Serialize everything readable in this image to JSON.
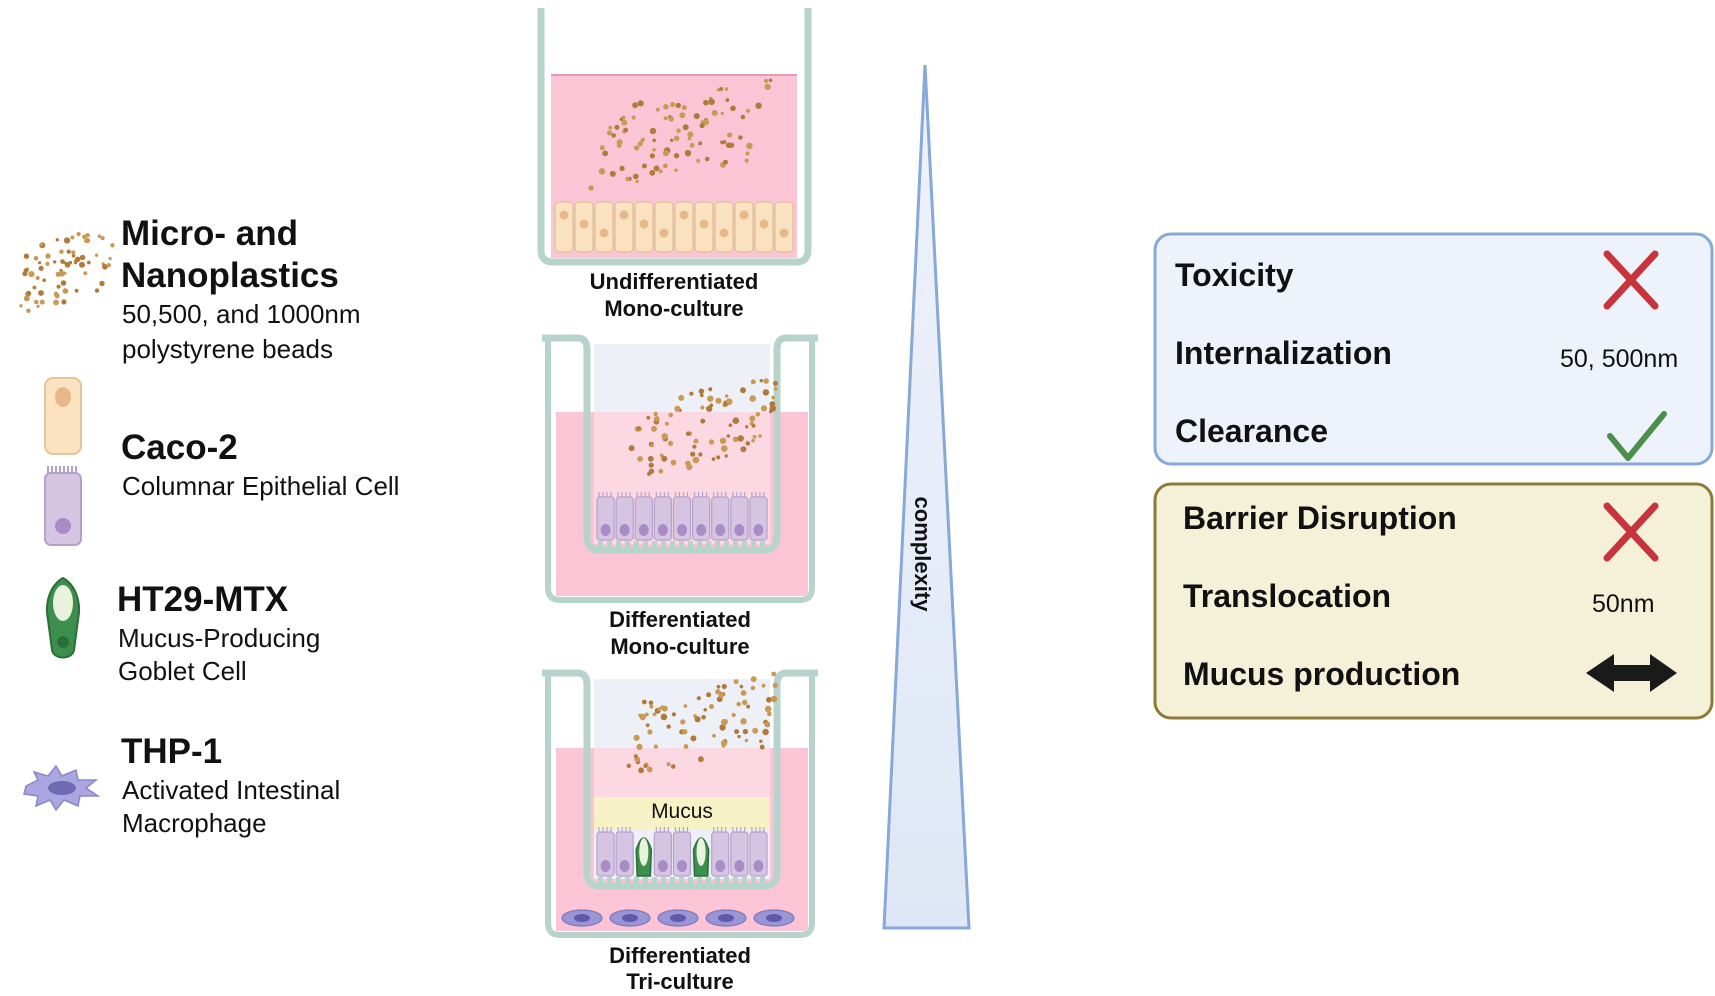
{
  "legend": {
    "plastics": {
      "title_line1": "Micro- and",
      "title_line2": "Nanoplastics",
      "sub_line1": "50,500, and 1000nm",
      "sub_line2": "polystyrene beads"
    },
    "caco2": {
      "title": "Caco-2",
      "sub": "Columnar Epithelial Cell"
    },
    "ht29": {
      "title": "HT29-MTX",
      "sub_line1": "Mucus-Producing",
      "sub_line2": "Goblet Cell"
    },
    "thp1": {
      "title": "THP-1",
      "sub_line1": "Activated Intestinal",
      "sub_line2": "Macrophage"
    }
  },
  "wells": [
    {
      "line1": "Undifferentiated",
      "line2": "Mono-culture"
    },
    {
      "line1": "Differentiated",
      "line2": "Mono-culture"
    },
    {
      "line1": "Differentiated",
      "line2": "Tri-culture"
    }
  ],
  "mucus_label": "Mucus",
  "complexity_label": "complexity",
  "results_blue": {
    "rows": [
      {
        "label": "Toxicity",
        "value": "",
        "icon": "cross-icon"
      },
      {
        "label": "Internalization",
        "value": "50, 500nm",
        "icon": ""
      },
      {
        "label": "Clearance",
        "value": "",
        "icon": "check-icon"
      }
    ]
  },
  "results_yellow": {
    "rows": [
      {
        "label": "Barrier Disruption",
        "value": "",
        "icon": "cross-icon"
      },
      {
        "label": "Translocation",
        "value": "50nm",
        "icon": ""
      },
      {
        "label": "Mucus production",
        "value": "",
        "icon": "double-arrow-icon"
      }
    ]
  },
  "colors": {
    "medium_pink": "#fcc5d6",
    "well_border": "#b7d3cb",
    "bead_brown": "#b07a3a",
    "caco2_fill": "#fbe3c2",
    "diff_cell": "#d5c5e2",
    "goblet_green": "#3c8f4c",
    "macrophage": "#9a96d6",
    "box_blue_fill": "#eef2fb",
    "box_blue_border": "#86a9d6",
    "box_yellow_fill": "#f4f1d8",
    "box_yellow_border": "#8c7b36",
    "cross_red": "#c8343c",
    "check_green": "#4a8f4a"
  }
}
